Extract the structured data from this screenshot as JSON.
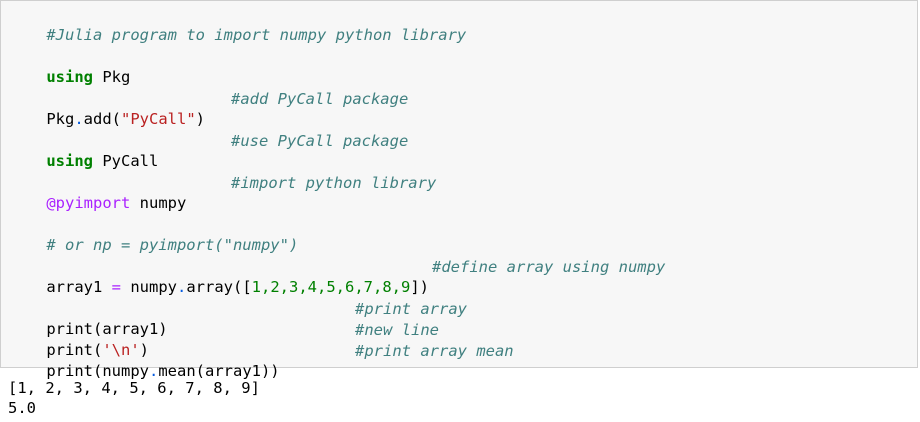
{
  "code": {
    "line1_comment": "#Julia program to import numpy python library",
    "line2_kw": "using",
    "line2_rest": " Pkg",
    "line3_a": "Pkg",
    "line3_dot": ".",
    "line3_b": "add(",
    "line3_str": "\"PyCall\"",
    "line3_c": ")",
    "line3_comment": "#add PyCall package",
    "line4_kw": "using",
    "line4_rest": " PyCall",
    "line4_comment": "#use PyCall package",
    "line5_macro": "@pyimport",
    "line5_rest": " numpy",
    "line5_comment": "#import python library",
    "line6_comment": "# or np = pyimport(\"numpy\")",
    "line7_a": "array1 ",
    "line7_eq": "=",
    "line7_b": " numpy",
    "line7_dot": ".",
    "line7_c": "array([",
    "line7_nums": "1,2,3,4,5,6,7,8,9",
    "line7_d": "])",
    "line7_comment": "#define array using numpy",
    "line8_a": "print(array1)",
    "line8_comment": "#print array",
    "line9_a": "print(",
    "line9_str": "'\\n'",
    "line9_b": ")",
    "line9_comment": "#new line",
    "line10_a": "print(numpy",
    "line10_dot": ".",
    "line10_b": "mean(array1))",
    "line10_comment": "#print array mean"
  },
  "output": {
    "line1": "[1, 2, 3, 4, 5, 6, 7, 8, 9]",
    "line2": "5.0"
  },
  "colors": {
    "keyword": "#008000",
    "string": "#ba2121",
    "comment": "#408080",
    "macro": "#aa22ff",
    "cell_background": "#f7f7f7",
    "cell_border": "#cfcfcf"
  }
}
